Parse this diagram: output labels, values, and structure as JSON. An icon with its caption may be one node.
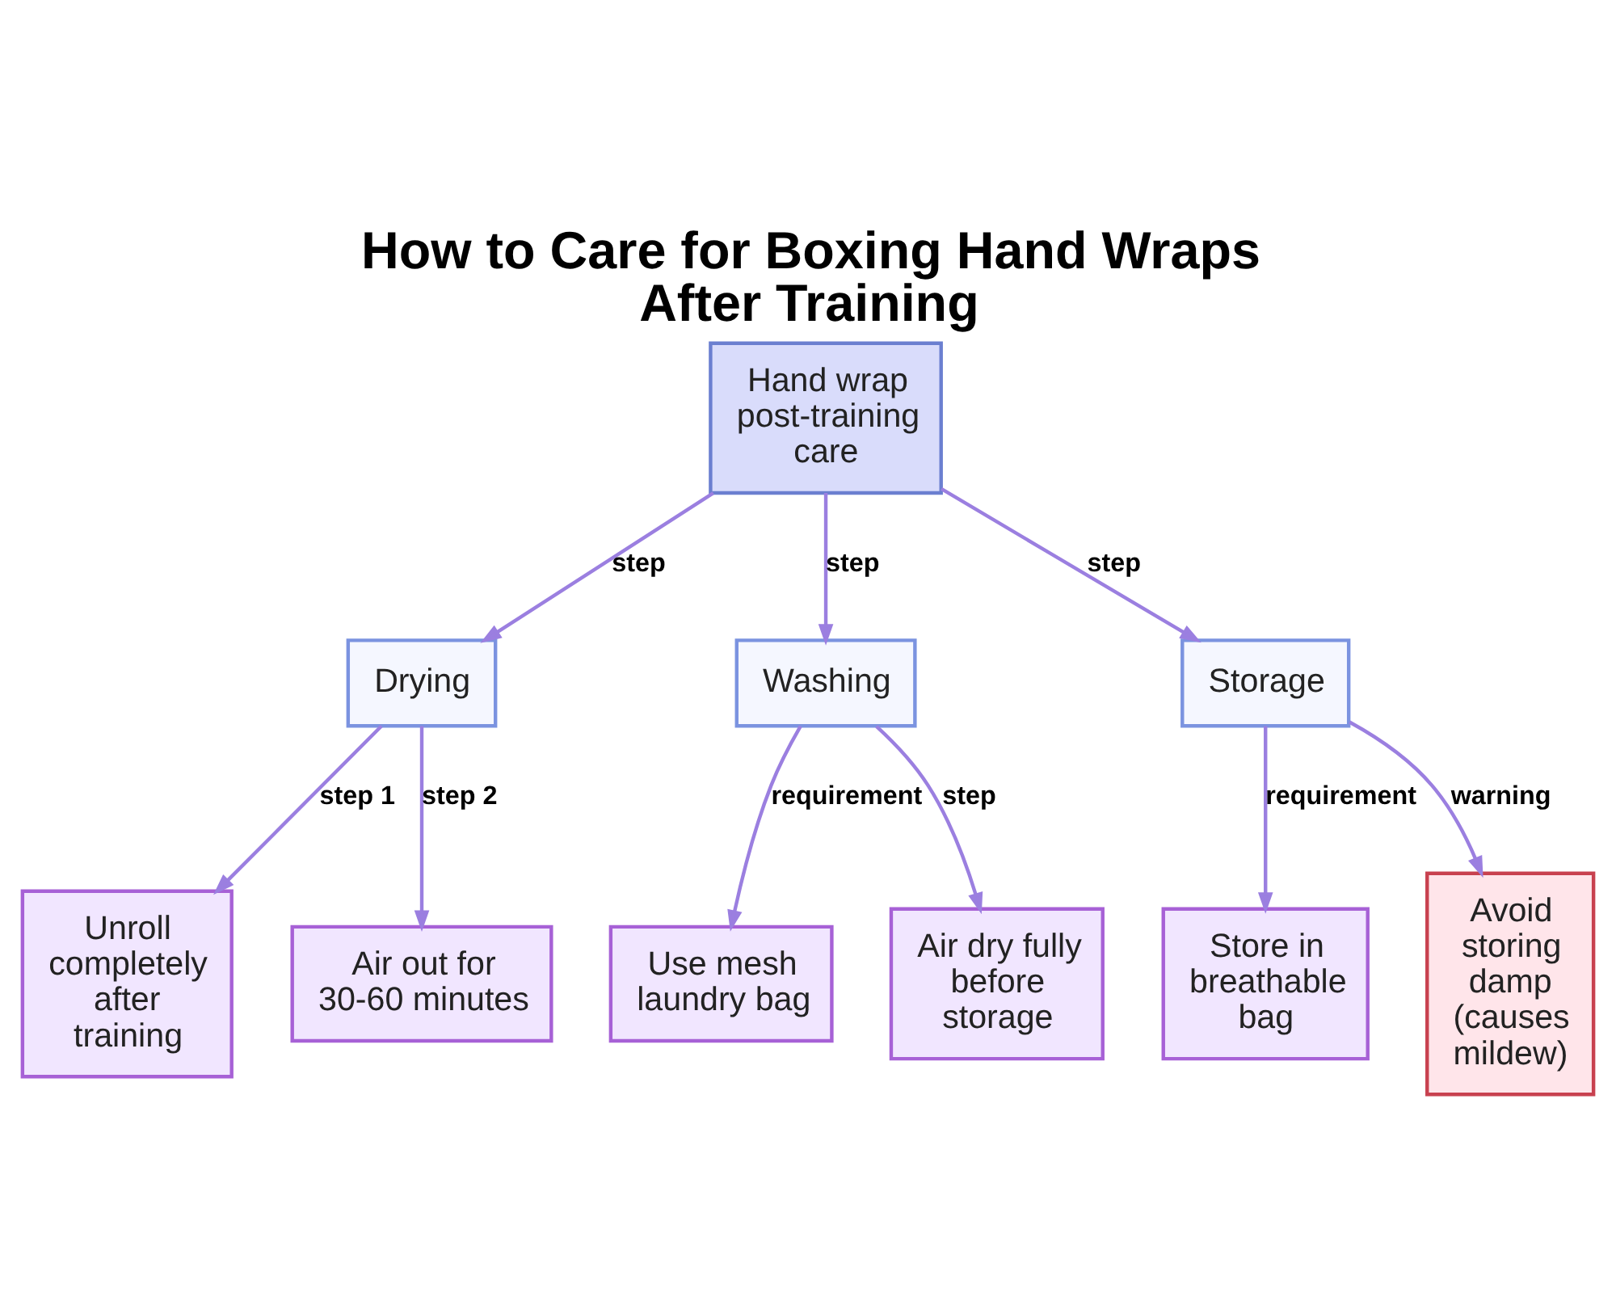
{
  "diagram": {
    "title": "How to Care for Boxing Hand Wraps After Training",
    "nodes": [
      {
        "text": [
          "Hand wrap post-training care"
        ]
      },
      {
        "text": [
          "Drying"
        ]
      },
      {
        "text": [
          "Washing"
        ]
      },
      {
        "text": [
          "Storage"
        ]
      },
      {
        "text": [
          "Unroll completely after training"
        ]
      },
      {
        "text": [
          "Air out for 30-60 minutes"
        ]
      },
      {
        "text": [
          "Use mesh laundry bag"
        ]
      },
      {
        "text": [
          "Air dry fully before storage"
        ]
      },
      {
        "text": [
          "Store in breathable bag"
        ]
      },
      {
        "text": [
          "Avoid storing damp (causes mildew)"
        ]
      }
    ],
    "edges": [
      {
        "from": 0,
        "to": 1,
        "arrow": "to",
        "label": "step"
      },
      {
        "from": 0,
        "to": 2,
        "arrow": "to",
        "label": "step"
      },
      {
        "from": 0,
        "to": 3,
        "arrow": "to",
        "label": "step"
      },
      {
        "from": 1,
        "to": 4,
        "arrow": "to",
        "label": "step 1"
      },
      {
        "from": 1,
        "to": 5,
        "arrow": "to",
        "label": "step 2"
      },
      {
        "from": 2,
        "to": 6,
        "arrow": "to",
        "label": "requirement"
      },
      {
        "from": 2,
        "to": 7,
        "arrow": "to",
        "label": "step"
      },
      {
        "from": 3,
        "to": 8,
        "arrow": "to",
        "label": "requirement"
      },
      {
        "from": 3,
        "to": 9,
        "arrow": "to",
        "label": "warning"
      }
    ]
  }
}
